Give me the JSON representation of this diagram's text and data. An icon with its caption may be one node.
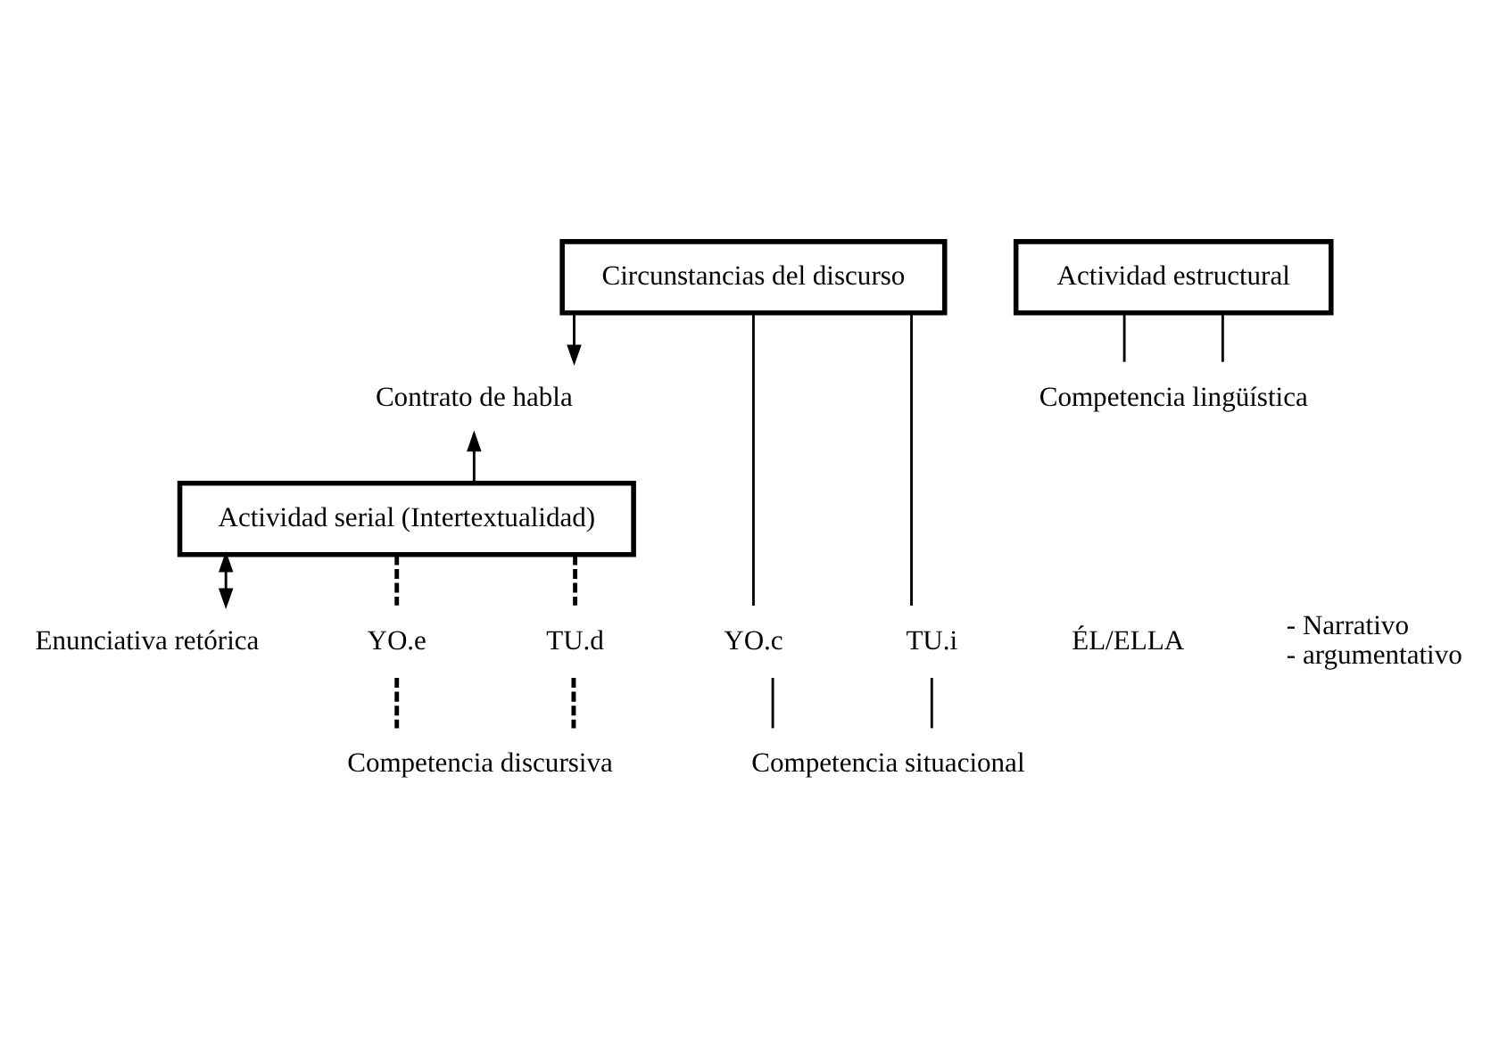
{
  "diagram": {
    "nodes": [
      {
        "text": [
          "Circunstancias del discurso"
        ]
      },
      {
        "text": [
          "Contrato de habla"
        ]
      },
      {
        "text": [
          "Actividad serial (Intertextualidad)"
        ]
      },
      {
        "text": [
          "Enunciativa retórica"
        ]
      },
      {
        "text": [
          "Actividad estructural"
        ]
      },
      {
        "text": [
          "YO.c"
        ]
      },
      {
        "text": [
          "YO.e"
        ]
      },
      {
        "text": [
          "ÉL/ELLA"
        ]
      },
      {
        "text": [
          "TU.d"
        ]
      },
      {
        "text": [
          "TU.i"
        ]
      },
      {
        "text": [
          "Competencia lingüística"
        ]
      },
      {
        "text": [
          "Competencia discursiva"
        ]
      },
      {
        "text": [
          "Competencia situacional"
        ]
      }
    ],
    "edges": [
      {
        "from": 0,
        "to": 1,
        "arrow": "to"
      },
      {
        "from": 2,
        "to": 1,
        "arrow": "to"
      },
      {
        "from": 2,
        "to": 3,
        "arrow": "both"
      },
      {
        "from": 0,
        "to": 5,
        "arrow": "none"
      },
      {
        "from": 5,
        "to": 12,
        "arrow": "none"
      },
      {
        "from": 0,
        "to": 9,
        "arrow": "none"
      },
      {
        "from": 9,
        "to": 12,
        "arrow": "none"
      },
      {
        "from": 2,
        "to": 6,
        "arrow": "none",
        "style": "dashed"
      },
      {
        "from": 6,
        "to": 11,
        "arrow": "none",
        "style": "dashed"
      },
      {
        "from": 2,
        "to": 8,
        "arrow": "none",
        "style": "dashed"
      },
      {
        "from": 8,
        "to": 11,
        "arrow": "none",
        "style": "dashed"
      },
      {
        "from": 4,
        "to": 10,
        "arrow": "none"
      },
      {
        "from": 4,
        "to": 10,
        "arrow": "none"
      }
    ],
    "labels": [
      "- Narrativo",
      "- argumentativo"
    ]
  }
}
